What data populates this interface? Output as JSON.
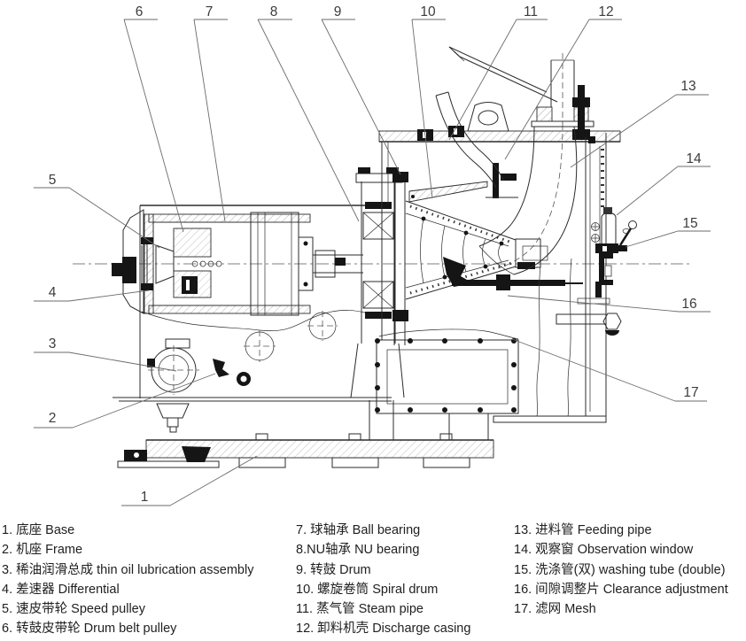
{
  "colors": {
    "background": "#ffffff",
    "drawing_line": "#2b2b2b",
    "leader_line": "#6b6b6b",
    "callout_number": "#3c3c3c",
    "legend_text": "#1f1f1f"
  },
  "diagram": {
    "description": "centrifuge-cross-section-drawing",
    "callouts": [
      "1",
      "2",
      "3",
      "4",
      "5",
      "6",
      "7",
      "8",
      "9",
      "10",
      "11",
      "12",
      "13",
      "14",
      "15",
      "16",
      "17"
    ]
  },
  "legend": {
    "columns": [
      {
        "items": [
          "1. 底座 Base",
          "2. 机座 Frame",
          "3. 稀油润滑总成 thin oil lubrication assembly",
          "4. 差速器 Differential",
          "5. 速皮带轮 Speed pulley",
          "6. 转鼓皮带轮 Drum belt pulley"
        ]
      },
      {
        "items": [
          "7. 球轴承 Ball bearing",
          "8.NU轴承 NU bearing",
          "9. 转鼓 Drum",
          "10. 螺旋卷筒 Spiral drum",
          "11. 蒸气管 Steam pipe",
          "12. 卸料机壳 Discharge casing"
        ]
      },
      {
        "items": [
          "13. 进料管 Feeding pipe",
          "14. 观察窗 Observation window",
          "15. 洗涤管(双) washing tube (double)",
          "16. 间隙调整片 Clearance adjustment",
          "17. 滤网 Mesh"
        ]
      }
    ]
  }
}
